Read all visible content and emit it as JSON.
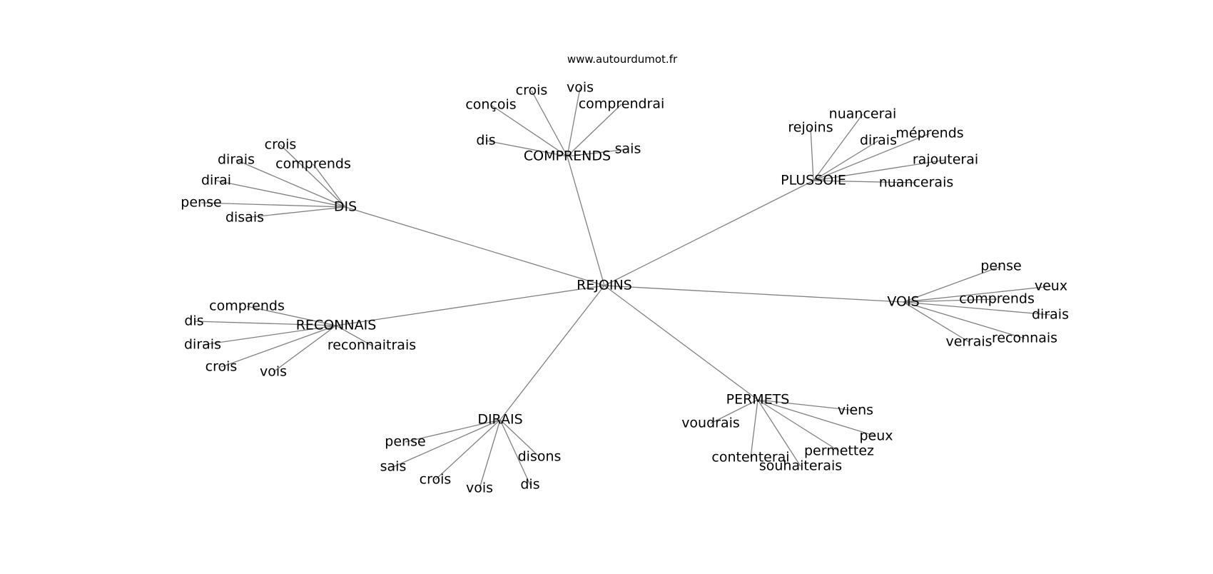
{
  "source_label": "www.autourdumot.fr",
  "center": {
    "id": "rejoins",
    "label": "REJOINS"
  },
  "hubs": [
    {
      "id": "comprends",
      "label": "COMPRENDS",
      "leaves": [
        "crois",
        "vois",
        "conçois",
        "comprendrai",
        "dis",
        "sais"
      ]
    },
    {
      "id": "plussoie",
      "label": "PLUSSOIE",
      "leaves": [
        "rejoins",
        "nuancerai",
        "dirais",
        "méprends",
        "rajouterai",
        "nuancerais"
      ]
    },
    {
      "id": "dis",
      "label": "DIS",
      "leaves": [
        "crois",
        "dirais",
        "comprends",
        "dirai",
        "pense",
        "disais"
      ]
    },
    {
      "id": "vois",
      "label": "VOIS",
      "leaves": [
        "pense",
        "veux",
        "comprends",
        "dirais",
        "verrais",
        "reconnais"
      ]
    },
    {
      "id": "reconnais",
      "label": "RECONNAIS",
      "leaves": [
        "comprends",
        "dis",
        "reconnaitrais",
        "dirais",
        "crois",
        "vois"
      ]
    },
    {
      "id": "permets",
      "label": "PERMETS",
      "leaves": [
        "viens",
        "voudrais",
        "peux",
        "permettez",
        "contenterai",
        "souhaiterais"
      ]
    },
    {
      "id": "dirais",
      "label": "DIRAIS",
      "leaves": [
        "pense",
        "sais",
        "disons",
        "crois",
        "vois",
        "dis"
      ]
    }
  ]
}
